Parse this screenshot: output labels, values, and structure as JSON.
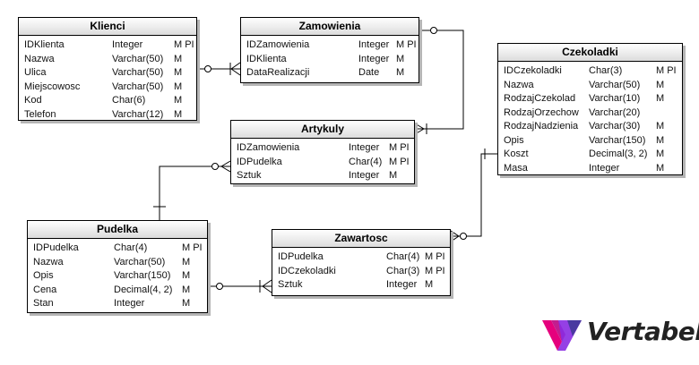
{
  "tables": {
    "klienci": {
      "name": "Klienci",
      "columns": [
        [
          "IDKlienta",
          "Integer",
          "M PI"
        ],
        [
          "Nazwa",
          "Varchar(50)",
          "M"
        ],
        [
          "Ulica",
          "Varchar(50)",
          "M"
        ],
        [
          "Miejscowosc",
          "Varchar(50)",
          "M"
        ],
        [
          "Kod",
          "Char(6)",
          "M"
        ],
        [
          "Telefon",
          "Varchar(12)",
          "M"
        ]
      ]
    },
    "zamowienia": {
      "name": "Zamowienia",
      "columns": [
        [
          "IDZamowienia",
          "Integer",
          "M PI"
        ],
        [
          "IDKlienta",
          "Integer",
          "M"
        ],
        [
          "DataRealizacji",
          "Date",
          "M"
        ]
      ]
    },
    "czekoladki": {
      "name": "Czekoladki",
      "columns": [
        [
          "IDCzekoladki",
          "Char(3)",
          "M PI"
        ],
        [
          "Nazwa",
          "Varchar(50)",
          "M"
        ],
        [
          "RodzajCzekolad",
          "Varchar(10)",
          "M"
        ],
        [
          "RodzajOrzechow",
          "Varchar(20)",
          ""
        ],
        [
          "RodzajNadzienia",
          "Varchar(30)",
          "M"
        ],
        [
          "Opis",
          "Varchar(150)",
          "M"
        ],
        [
          "Koszt",
          "Decimal(3, 2)",
          "M"
        ],
        [
          "Masa",
          "Integer",
          "M"
        ]
      ]
    },
    "artykuly": {
      "name": "Artykuly",
      "columns": [
        [
          "IDZamowienia",
          "Integer",
          "M PI"
        ],
        [
          "IDPudelka",
          "Char(4)",
          "M PI"
        ],
        [
          "Sztuk",
          "Integer",
          "M"
        ]
      ]
    },
    "pudelka": {
      "name": "Pudelka",
      "columns": [
        [
          "IDPudelka",
          "Char(4)",
          "M PI"
        ],
        [
          "Nazwa",
          "Varchar(50)",
          "M"
        ],
        [
          "Opis",
          "Varchar(150)",
          "M"
        ],
        [
          "Cena",
          "Decimal(4, 2)",
          "M"
        ],
        [
          "Stan",
          "Integer",
          "M"
        ]
      ]
    },
    "zawartosc": {
      "name": "Zawartosc",
      "columns": [
        [
          "IDPudelka",
          "Char(4)",
          "M PI"
        ],
        [
          "IDCzekoladki",
          "Char(3)",
          "M PI"
        ],
        [
          "Sztuk",
          "Integer",
          "M"
        ]
      ]
    }
  },
  "logo": {
    "text": "Vertabelo",
    "colors": [
      "#e5007d",
      "#8a2be2",
      "#4a3aa0"
    ]
  },
  "colors": {
    "line": "#000000",
    "header_top": "#ffffff",
    "header_bottom": "#dcdcdc",
    "shadow": "#b5b5b5"
  }
}
